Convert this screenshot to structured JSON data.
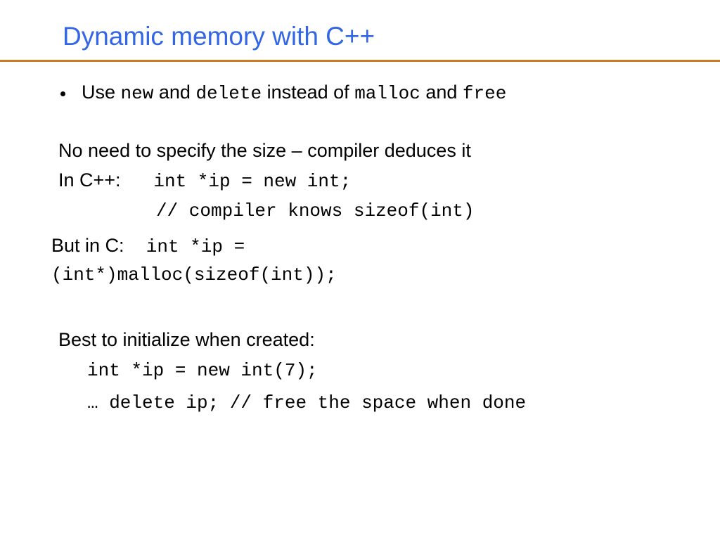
{
  "slide": {
    "title": "Dynamic memory with C++",
    "bullet": {
      "word_use": "Use",
      "code_new": "new",
      "word_and1": "and",
      "code_delete": "delete",
      "word_instead_of": "instead of",
      "code_malloc": "malloc",
      "word_and2": "and",
      "code_free": "free"
    },
    "size_note": "No need to specify the size – compiler deduces it",
    "cpp_example": {
      "label": "In C++:",
      "code": "int *ip = new int;",
      "comment": "// compiler knows sizeof(int)"
    },
    "c_example": {
      "label": "But in C:",
      "code_part1": "int *ip =",
      "code_part2": "(int*)malloc(sizeof(int));"
    },
    "init_note": "Best to initialize when created:",
    "init_code": "int *ip = new int(7);",
    "delete_code": "… delete ip; // free the space when done"
  },
  "colors": {
    "title": "#3366e6",
    "rule": "#cc7a26",
    "text": "#000000",
    "background": "#ffffff"
  }
}
